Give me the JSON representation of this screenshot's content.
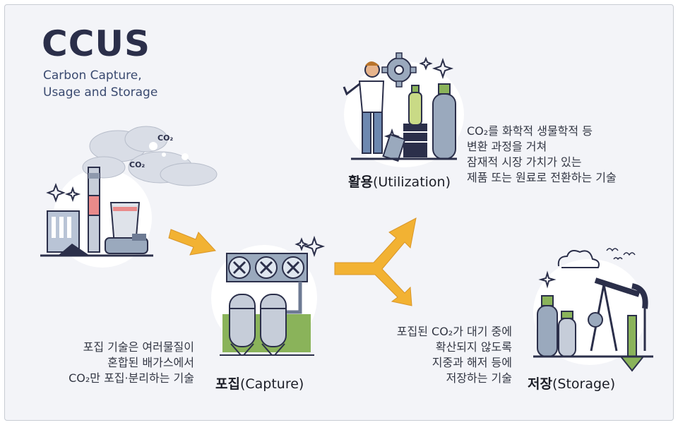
{
  "title": "CCUS",
  "subtitle_lines": [
    "Carbon Capture,",
    "Usage and Storage"
  ],
  "source": {
    "co2_label_1": "CO₂",
    "co2_label_2": "CO₂"
  },
  "utilization": {
    "label_ko": "활용",
    "label_en": "(Utilization)",
    "desc_lines": [
      "CO₂를 화학적 생물학적 등",
      "변환 과정을 거쳐",
      "잠재적 시장 가치가 있는",
      "제품 또는 원료로 전환하는 기술"
    ]
  },
  "capture": {
    "label_ko": "포집",
    "label_en": "(Capture)",
    "desc_lines": [
      "포집 기술은 여러물질이",
      "혼합된 배가스에서",
      "CO₂만 포집·분리하는 기술"
    ]
  },
  "storage": {
    "label_ko": "저장",
    "label_en": "(Storage)",
    "desc_lines": [
      "포집된 CO₂가 대기 중에",
      "확산되지 않도록",
      "지중과 해저 등에",
      "저장하는 기술"
    ]
  },
  "colors": {
    "title": "#2b2f4a",
    "arrow": "#f2b233",
    "steel": "#9aa9bd",
    "green": "#8ab35a"
  }
}
